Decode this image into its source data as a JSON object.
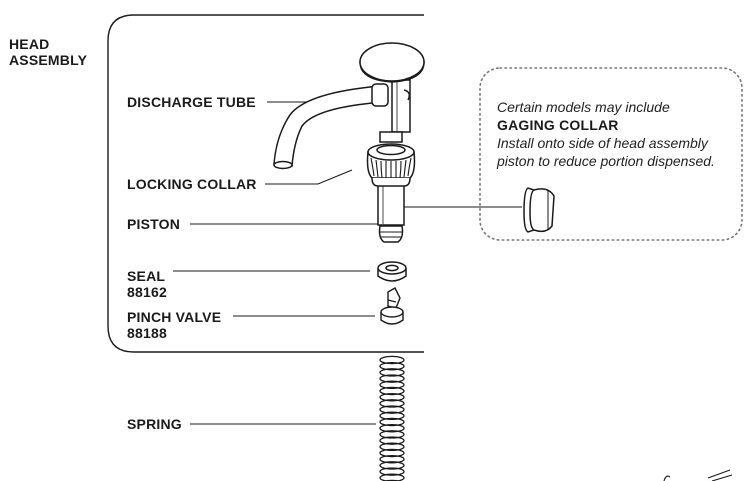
{
  "section_title": {
    "line1": "HEAD",
    "line2": "ASSEMBLY"
  },
  "labels": {
    "discharge_tube": "DISCHARGE TUBE",
    "locking_collar": "LOCKING COLLAR",
    "piston": "PISTON",
    "seal": "SEAL",
    "seal_part_no": "88162",
    "pinch_valve": "PINCH VALVE",
    "pinch_valve_part_no": "88188",
    "spring": "SPRING"
  },
  "note": {
    "intro": "Certain models may include",
    "title": "GAGING COLLAR",
    "line1": "Install onto side of head assembly",
    "line2": "piston to reduce portion dispensed."
  }
}
